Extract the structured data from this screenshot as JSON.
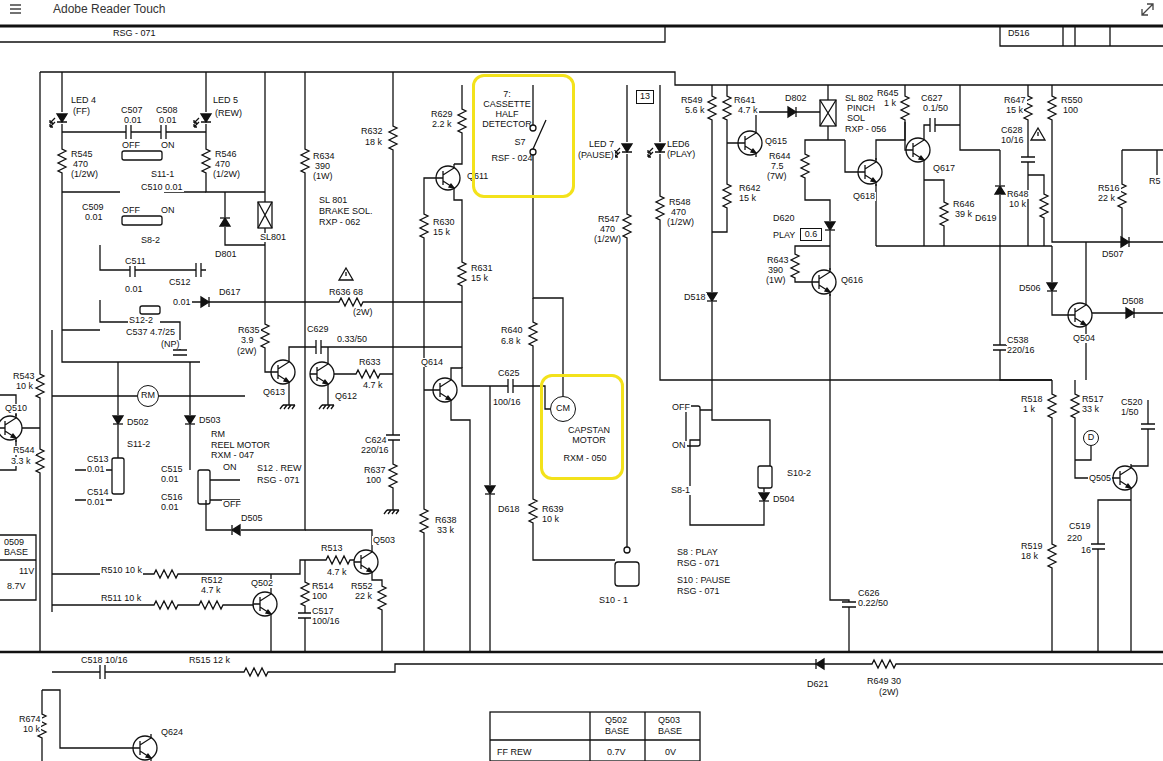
{
  "diagram": {
    "nodes": [
      {
        "text": [
          "7: CASSETTE HALF DETECTOR",
          "S7",
          "RSF - 024"
        ]
      },
      {
        "text": [
          "CAPSTAN MOTOR",
          "RXM - 050"
        ]
      },
      {
        "text": [
          "CM"
        ],
        "in": 1
      },
      {
        "text": [
          "RM"
        ]
      },
      {
        "text": [
          "13"
        ]
      },
      {
        "text": [
          "0.6"
        ]
      },
      {
        "text": [
          "D"
        ]
      }
    ],
    "edges": [
      {
        "from": 0,
        "to": 2,
        "arrow": "none"
      }
    ],
    "labels": [
      "Adobe Reader Touch",
      "RSG - 071",
      "D516",
      "LED 4",
      "(FF)",
      "C507",
      "0.01",
      "C508",
      "0.01",
      "LED 5",
      "(REW)",
      "R545",
      "470",
      "(1/2W)",
      "OFF",
      "ON",
      "S11-1",
      "C510 0.01",
      "C509",
      "0.01",
      "OFF",
      "ON",
      "S8-2",
      "C511",
      "0.01",
      "C512",
      "0.01",
      "S12-2",
      "C537 4.7/25",
      "(NP)",
      "R546",
      "470",
      "(1/2W)",
      "D801",
      "SL801",
      "R634",
      "390",
      "(1W)",
      "SL 801",
      "BRAKE SOL.",
      "RXP - 062",
      "R632",
      "18 k",
      "R629",
      "2.2 k",
      "Q611",
      "R630",
      "15 k",
      "R631",
      "15 k",
      "D617",
      "R636 68",
      "(2W)",
      "R635",
      "3.9",
      "(2W)",
      "C629",
      "0.33/50",
      "Q613",
      "Q612",
      "R633",
      "4.7 k",
      "C624",
      "220/16",
      "R637",
      "100",
      "Q614",
      "C625",
      "100/16",
      "R640",
      "6.8 k",
      "D618",
      "R638",
      "33 k",
      "R639",
      "10 k",
      "LED 7",
      "(PAUSE)",
      "LED6",
      "(PLAY)",
      "R547",
      "470",
      "(1/2W)",
      "R548",
      "470",
      "(1/2W)",
      "R549",
      "5.6 k",
      "R641",
      "4.7 k",
      "Q615",
      "R642",
      "15 k",
      "D802",
      "SL 802",
      "PINCH",
      "SOL",
      "RXP - 056",
      "R645",
      "1 k",
      "C627",
      "0.1/50",
      "R644",
      "7.5",
      "(7W)",
      "Q618",
      "Q617",
      "R646",
      "39 k",
      "D619",
      "R648",
      "10 k",
      "D620",
      "PLAY",
      "R643",
      "390",
      "(1W)",
      "Q616",
      "R647",
      "15 k",
      "C628",
      "10/16",
      "R550",
      "100",
      "R516",
      "22 k",
      "R5",
      "D507",
      "D506",
      "D508",
      "C538",
      "220/16",
      "Q504",
      "R518",
      "1 k",
      "R517",
      "33 k",
      "C520",
      "1/50",
      "Q505",
      "R519",
      "18 k",
      "C519",
      "220",
      "16",
      "D518",
      "OFF",
      "ON",
      "S8-1",
      "S10-2",
      "D504",
      "S8 : PLAY",
      "RSG - 071",
      "S10 : PAUSE",
      "RSG - 071",
      "S10 - 1",
      "C626",
      "0.22/50",
      "D621",
      "R649 30",
      "(2W)",
      "R543",
      "10 k",
      "Q510",
      "R544",
      "3.3 k",
      "0509",
      "BASE",
      "11V",
      "8.7V",
      "C513",
      "0.01",
      "C514",
      "0.01",
      "D502",
      "S11-2",
      "D503",
      "RM",
      "REEL MOTOR",
      "RXM - 047",
      "ON",
      "C515",
      "0.01",
      "S12 . REW",
      "RSG - 071",
      "C516",
      "0.01",
      "OFF",
      "D505",
      "R513",
      "Q503",
      "4.7 k",
      "R514",
      "100",
      "R552",
      "22 k",
      "C517",
      "100/16",
      "R510 10 k",
      "R511 10 k",
      "R512",
      "4.7 k",
      "Q502",
      "C518 10/16",
      "R515 12 k",
      "R674",
      "10 k",
      "Q624",
      "Q502",
      "BASE",
      "Q503",
      "BASE",
      "FF REW",
      "0.7V",
      "0V"
    ]
  }
}
